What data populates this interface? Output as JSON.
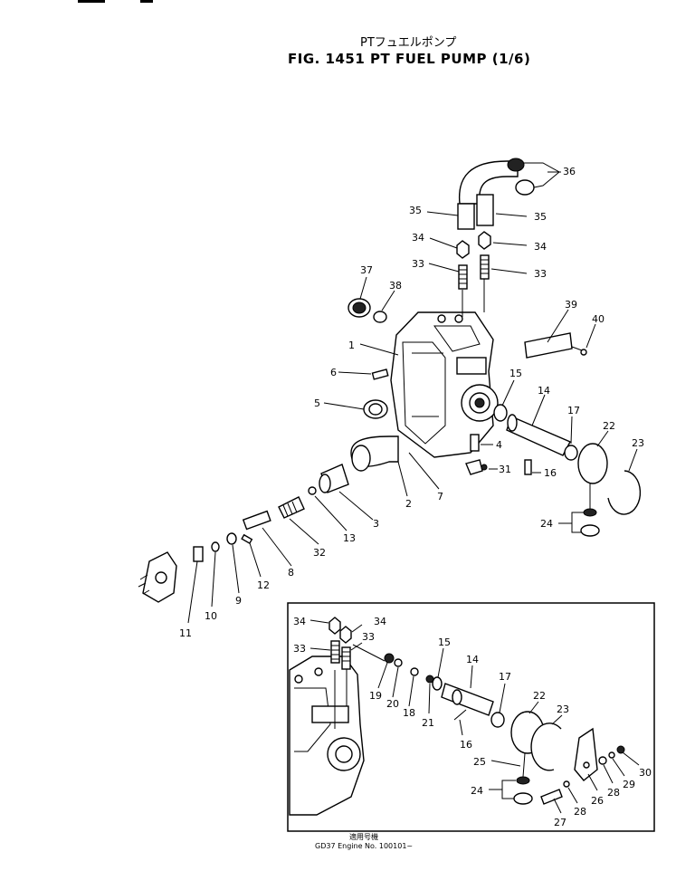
{
  "header": {
    "title_jp": "PTフュエルポンプ",
    "title": "FIG. 1451  PT FUEL PUMP (1/6)"
  },
  "footnote": {
    "line1": "適用号機",
    "line2": "GD37 Engine No. 100101~"
  },
  "main_labels": {
    "l1": "1",
    "l2": "2",
    "l3": "3",
    "l4": "4",
    "l5": "5",
    "l6": "6",
    "l7": "7",
    "l8": "8",
    "l9": "9",
    "l10": "10",
    "l11": "11",
    "l12": "12",
    "l13": "13",
    "l14": "14",
    "l15": "15",
    "l16": "16",
    "l17": "17",
    "l22": "22",
    "l23": "23",
    "l24": "24",
    "l31": "31",
    "l32": "32",
    "l33a": "33",
    "l33b": "33",
    "l34a": "34",
    "l34b": "34",
    "l35a": "35",
    "l35b": "35",
    "l36": "36",
    "l37": "37",
    "l38": "38",
    "l39": "39",
    "l40": "40"
  },
  "inset_labels": {
    "i34a": "34",
    "i34b": "34",
    "i33a": "33",
    "i33b": "33",
    "i19": "19",
    "i20": "20",
    "i18": "18",
    "i21": "21",
    "i15": "15",
    "i14": "14",
    "i16": "16",
    "i17": "17",
    "i22": "22",
    "i23": "23",
    "i25": "25",
    "i24": "24",
    "i27": "27",
    "i28a": "28",
    "i26": "26",
    "i28b": "28",
    "i29": "29",
    "i30": "30"
  }
}
